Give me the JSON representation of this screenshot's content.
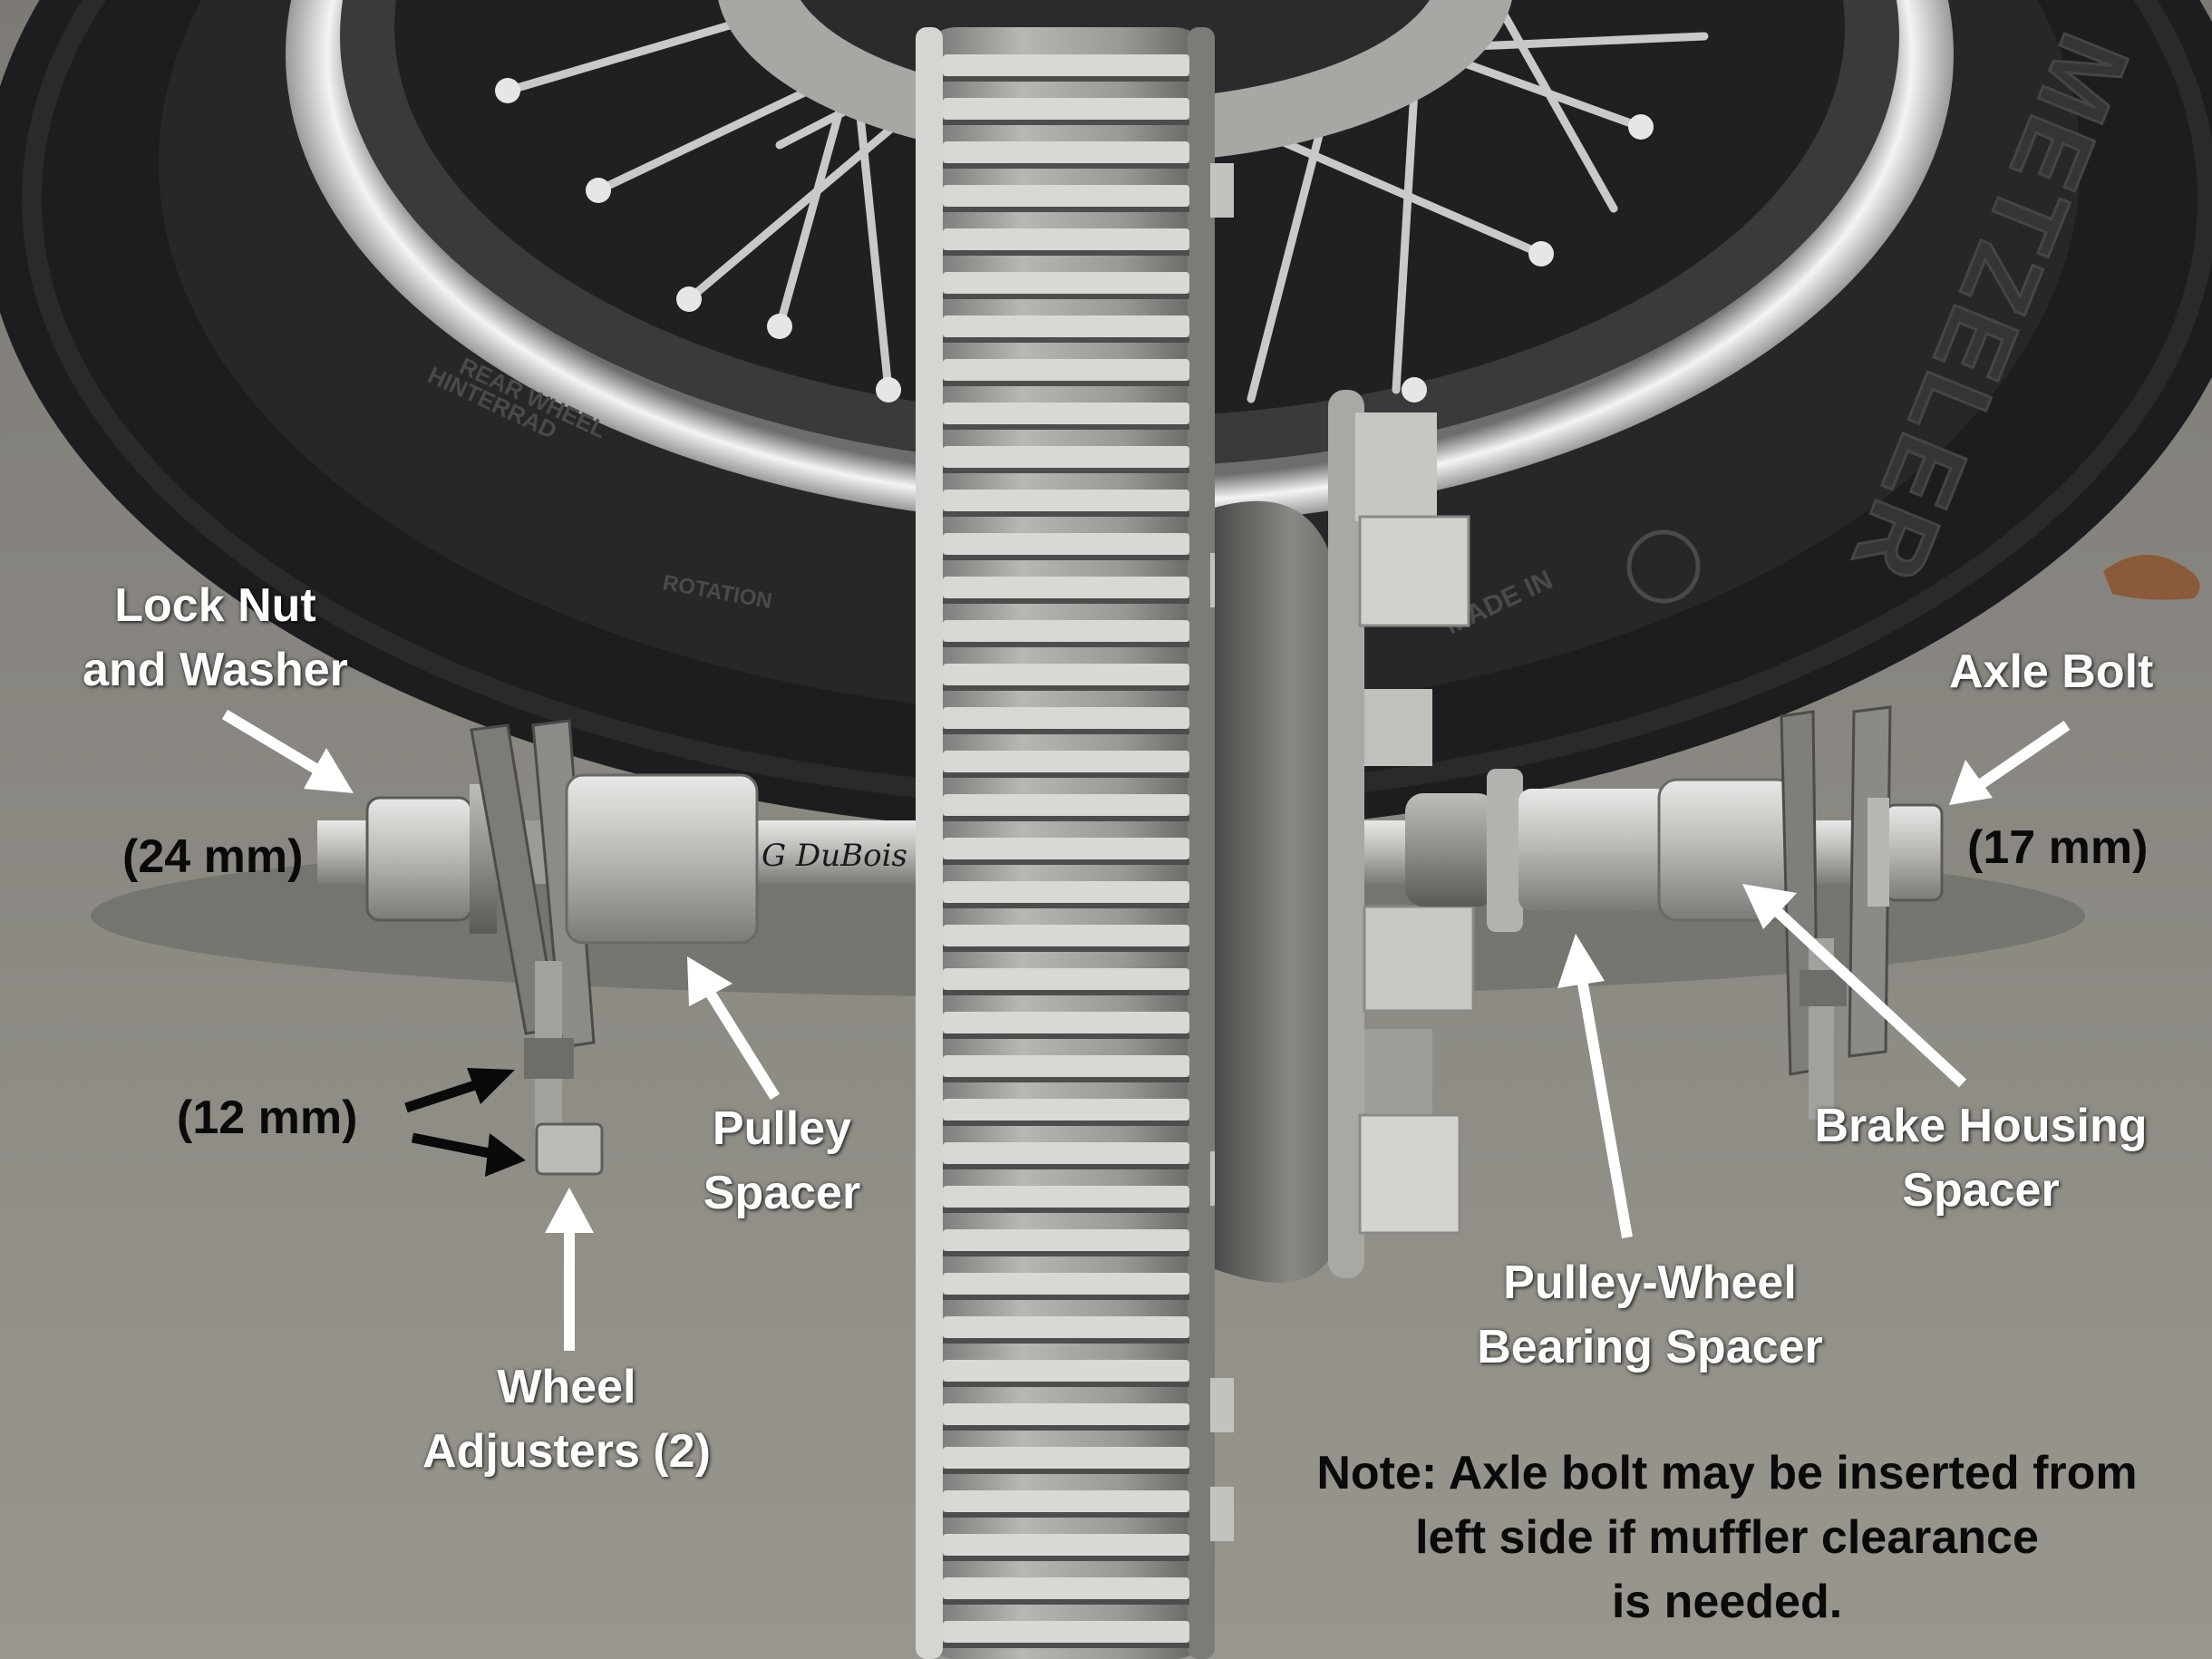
{
  "labels": {
    "lock_nut": [
      "Lock Nut",
      "and Washer"
    ],
    "lock_nut_size": "(24 mm)",
    "axle_bolt": "Axle Bolt",
    "axle_bolt_size": "(17 mm)",
    "adjuster_size": "(12 mm)",
    "pulley_spacer": [
      "Pulley",
      "Spacer"
    ],
    "brake_spacer": [
      "Brake Housing",
      "Spacer"
    ],
    "bearing_spacer": [
      "Pulley-Wheel",
      "Bearing Spacer"
    ],
    "wheel_adjusters": [
      "Wheel",
      "Adjusters (2)"
    ],
    "note": [
      "Note: Axle bolt may be inserted from",
      "left side if muffler clearance",
      "is needed."
    ]
  },
  "tire_text": {
    "brand": "METZELER",
    "sidewall_1": "HINTERRAD",
    "sidewall_2": "REAR WHEEL",
    "rotation": "ROTATION",
    "made_in": "MADE IN"
  },
  "signature": "G DuBois",
  "colors": {
    "floor": "#8e8b86",
    "tire": "#1d1d1f",
    "chrome": "#d9d9d9",
    "pulley": "#9c9a97",
    "label_white": "#ffffff",
    "label_black": "#0a0a0a"
  }
}
